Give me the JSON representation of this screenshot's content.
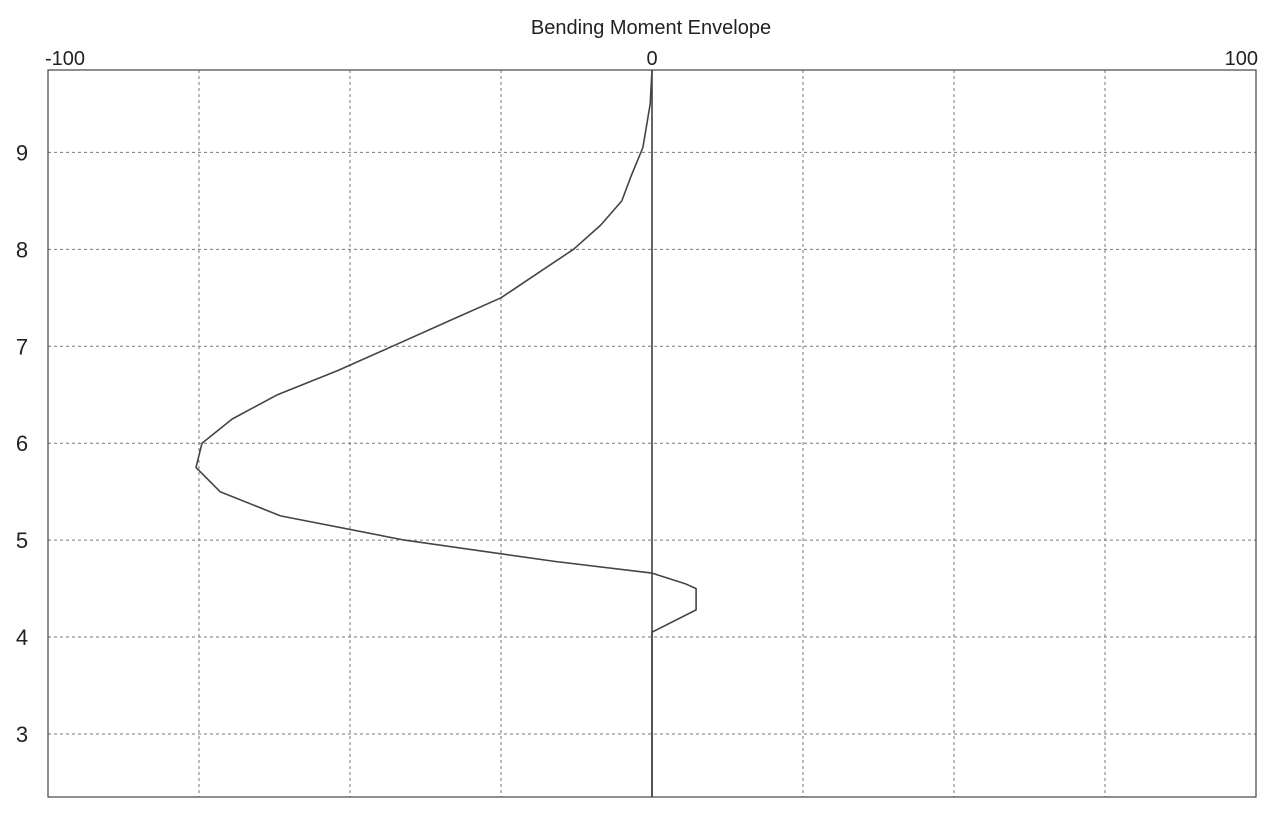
{
  "chart_data": {
    "type": "line",
    "title": "Bending Moment Envelope",
    "xlabel": "",
    "ylabel": "",
    "xlim": [
      -100,
      100
    ],
    "ylim": [
      2.35,
      9.85
    ],
    "x_tick_labels": [
      "-100",
      "0",
      "100"
    ],
    "x_tick_values": [
      -100,
      0,
      100
    ],
    "x_grid_values": [
      -75,
      -50,
      -25,
      0,
      25,
      50,
      75
    ],
    "y_ticks": [
      3,
      4,
      5,
      6,
      7,
      8,
      9
    ],
    "y_tick_labels": [
      "3",
      "4",
      "5",
      "6",
      "7",
      "8",
      "9"
    ],
    "grid": true,
    "legend": "none",
    "series": [
      {
        "color": "#444444",
        "points": [
          {
            "x": 0,
            "y": 9.85
          },
          {
            "x": -0.3,
            "y": 9.5
          },
          {
            "x": -1.5,
            "y": 9.05
          },
          {
            "x": -3.5,
            "y": 8.75
          },
          {
            "x": -5,
            "y": 8.5
          },
          {
            "x": -8.5,
            "y": 8.25
          },
          {
            "x": -13,
            "y": 8.0
          },
          {
            "x": -19,
            "y": 7.75
          },
          {
            "x": -25,
            "y": 7.5
          },
          {
            "x": -34,
            "y": 7.25
          },
          {
            "x": -43,
            "y": 7.0
          },
          {
            "x": -52,
            "y": 6.75
          },
          {
            "x": -62,
            "y": 6.5
          },
          {
            "x": -69.5,
            "y": 6.25
          },
          {
            "x": -74.5,
            "y": 6.0
          },
          {
            "x": -75.5,
            "y": 5.75
          },
          {
            "x": -71.5,
            "y": 5.5
          },
          {
            "x": -61.5,
            "y": 5.25
          },
          {
            "x": -41,
            "y": 5.0
          },
          {
            "x": -16,
            "y": 4.78
          },
          {
            "x": 0,
            "y": 4.66
          },
          {
            "x": 5.5,
            "y": 4.55
          },
          {
            "x": 7.3,
            "y": 4.5
          },
          {
            "x": 7.3,
            "y": 4.28
          },
          {
            "x": 0,
            "y": 4.05
          },
          {
            "x": 0,
            "y": 2.35
          }
        ]
      }
    ]
  }
}
